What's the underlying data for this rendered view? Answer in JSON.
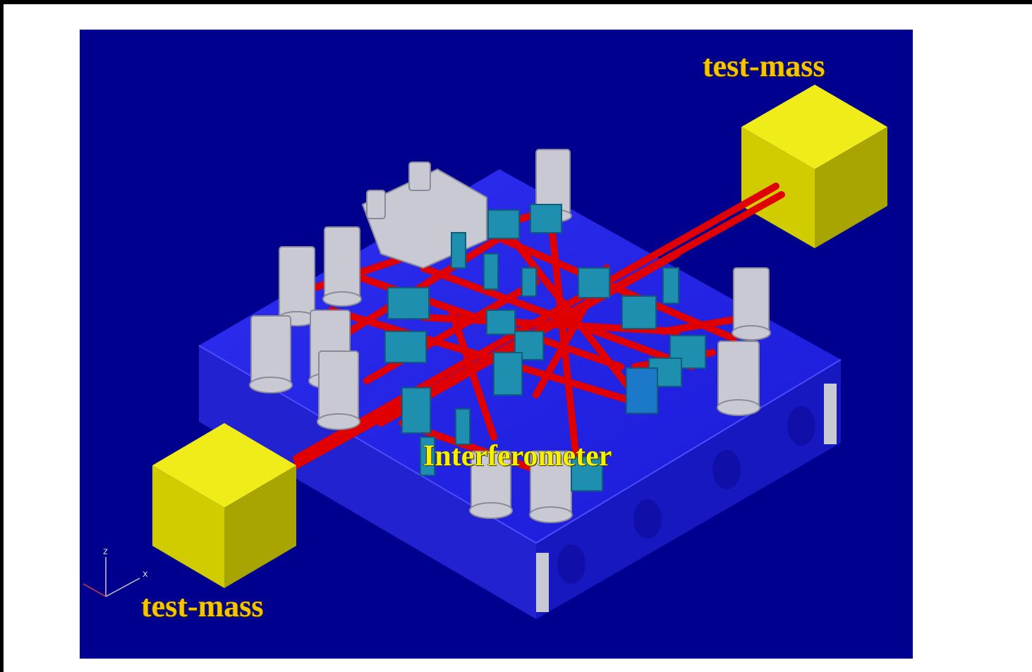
{
  "labels": {
    "test_mass_top": "test-mass",
    "test_mass_bottom": "test-mass",
    "interferometer": "Interferometer"
  },
  "axes": {
    "z": "z",
    "x": "x"
  },
  "colors": {
    "background": "#00008f",
    "bench": "#1e1ee0",
    "test_mass": "#cfcc00",
    "beam": "#e00000",
    "optics": "#1f8fb0",
    "mounts": "#c9c9d4",
    "label_test_mass": "#f5c400",
    "label_interferometer": "#f3f000"
  }
}
